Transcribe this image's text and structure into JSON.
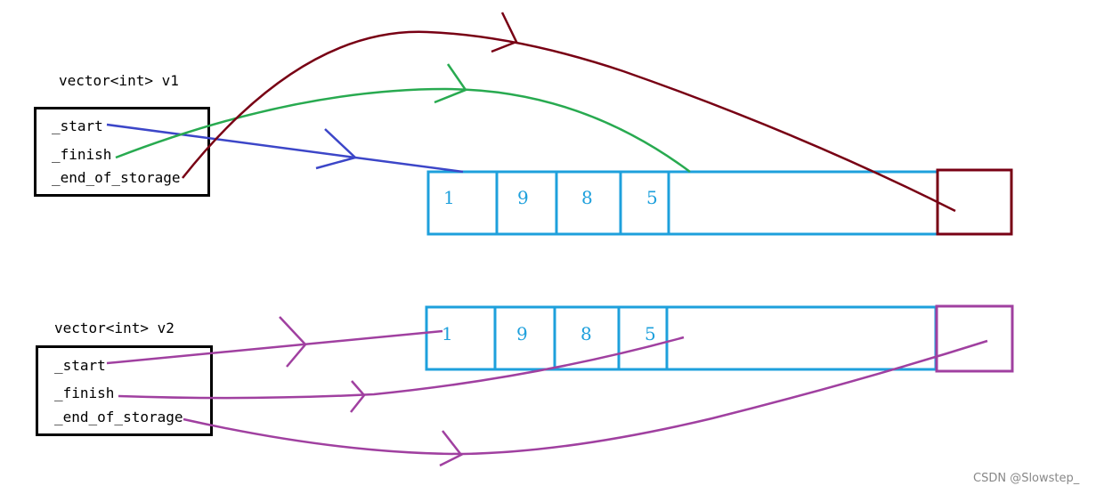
{
  "v1": {
    "title": "vector<int> v1",
    "fields": [
      "_start",
      "_finish",
      "_end_of_storage"
    ],
    "cells": [
      "1",
      "9",
      "8",
      "5"
    ]
  },
  "v2": {
    "title": "vector<int> v2",
    "fields": [
      "_start",
      "_finish",
      "_end_of_storage"
    ],
    "cells": [
      "1",
      "9",
      "8",
      "5"
    ]
  },
  "colors": {
    "array": "#1ea0dc",
    "start_v1": "#3c46c8",
    "finish_v1": "#28aa50",
    "end_v1": "#780014",
    "v2_arrows": "#a040a0",
    "v2_end_box": "#a040a0",
    "box": "#000000"
  },
  "watermark": "CSDN @Slowstep_"
}
